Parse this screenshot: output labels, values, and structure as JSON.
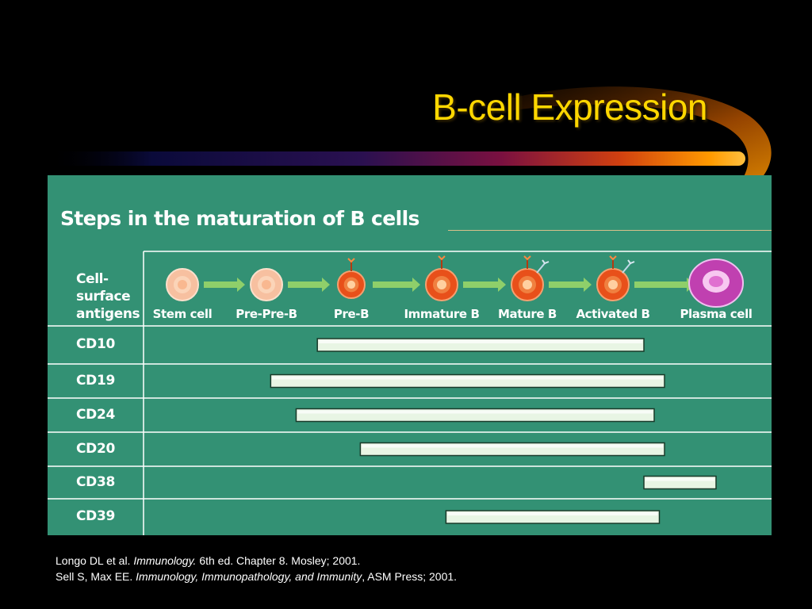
{
  "title": "B-cell Expression",
  "panel": {
    "heading": "Steps in the maturation of B cells",
    "corner_label": [
      "Cell-",
      "surface",
      "antigens"
    ],
    "stages": [
      {
        "label": "Stem cell",
        "kind": "plain"
      },
      {
        "label": "Pre-Pre-B",
        "kind": "plain"
      },
      {
        "label": "Pre-B",
        "kind": "receptor"
      },
      {
        "label": "Immature B",
        "kind": "receptor"
      },
      {
        "label": "Mature B",
        "kind": "receptor-antigen"
      },
      {
        "label": "Activated B",
        "kind": "receptor-antigen"
      },
      {
        "label": "Plasma cell",
        "kind": "plasma"
      }
    ],
    "rows": [
      {
        "label": "CD10",
        "start": 1.6,
        "end": 5.3
      },
      {
        "label": "CD19",
        "start": 1.05,
        "end": 5.5
      },
      {
        "label": "CD24",
        "start": 1.35,
        "end": 5.4
      },
      {
        "label": "CD20",
        "start": 2.1,
        "end": 5.5
      },
      {
        "label": "CD38",
        "start": 5.3,
        "end": 6.7
      },
      {
        "label": "CD39",
        "start": 3.05,
        "end": 5.45
      }
    ]
  },
  "colors": {
    "panel": "#339174",
    "title": "#ffd700",
    "bar_fill": "#e8f5e4",
    "arrow": "#8fcf6a",
    "grid": "#ffffff"
  },
  "citations": [
    {
      "pre": "Longo DL et al. ",
      "italic": "Immunology.",
      "post": " 6th ed. Chapter 8. Mosley; 2001."
    },
    {
      "pre": "Sell S, Max EE. ",
      "italic": "Immunology, Immunopathology, and Immunity",
      "post": ", ASM Press; 2001."
    }
  ]
}
